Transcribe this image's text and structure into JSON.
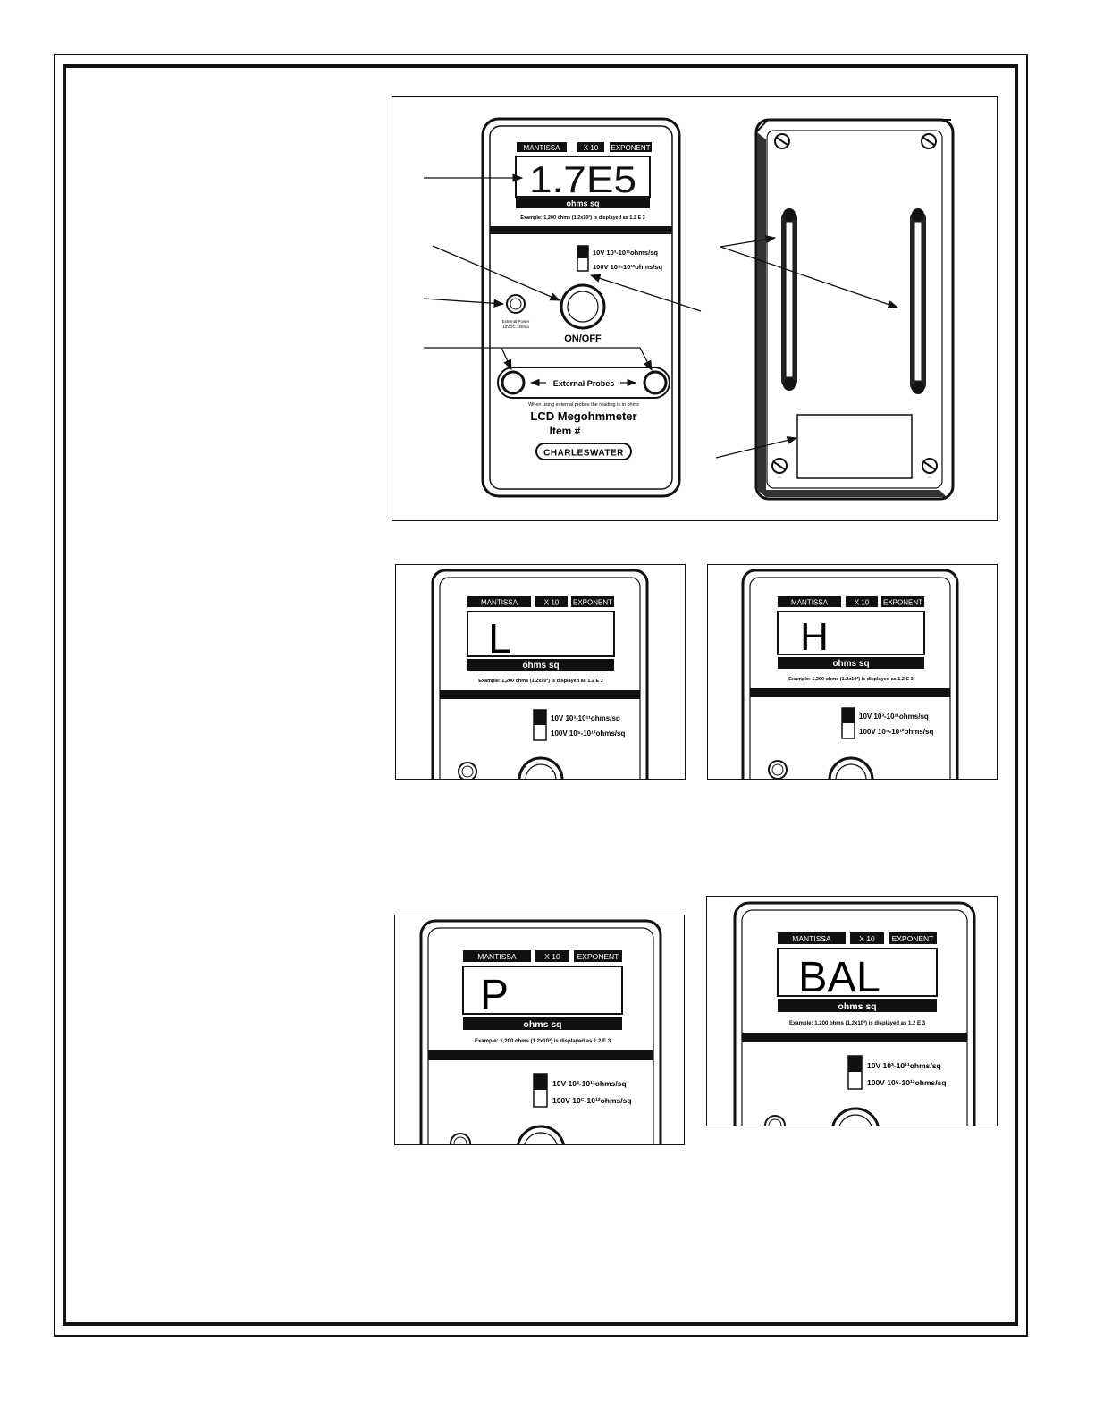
{
  "meter": {
    "mantissa_label": "MANTISSA",
    "x10_label": "X 10",
    "exponent_label": "EXPONENT",
    "units_label": "ohms sq",
    "example_text": "Example: 1,200 ohms (1.2x10³) is displayed as 1.2 E 3",
    "range_10v": "10V 10³-10¹¹ohms/sq",
    "range_100v": "100V 10⁵-10¹²ohms/sq",
    "ext_power_line1": "External Power",
    "ext_power_line2": "12VDC 150ma",
    "on_off_label": "ON/OFF",
    "external_probes_label": "External Probes",
    "probes_note": "When using external probes the reading is in ohms",
    "title": "LCD Megohmmeter",
    "item_label": "Item #",
    "brand": "CHARLESWATER"
  },
  "displays": {
    "main": "1.7E5",
    "low": "L",
    "high": "H",
    "probe": "P",
    "balance": "BAL"
  },
  "colors": {
    "ink": "#111111",
    "paper": "#ffffff"
  }
}
